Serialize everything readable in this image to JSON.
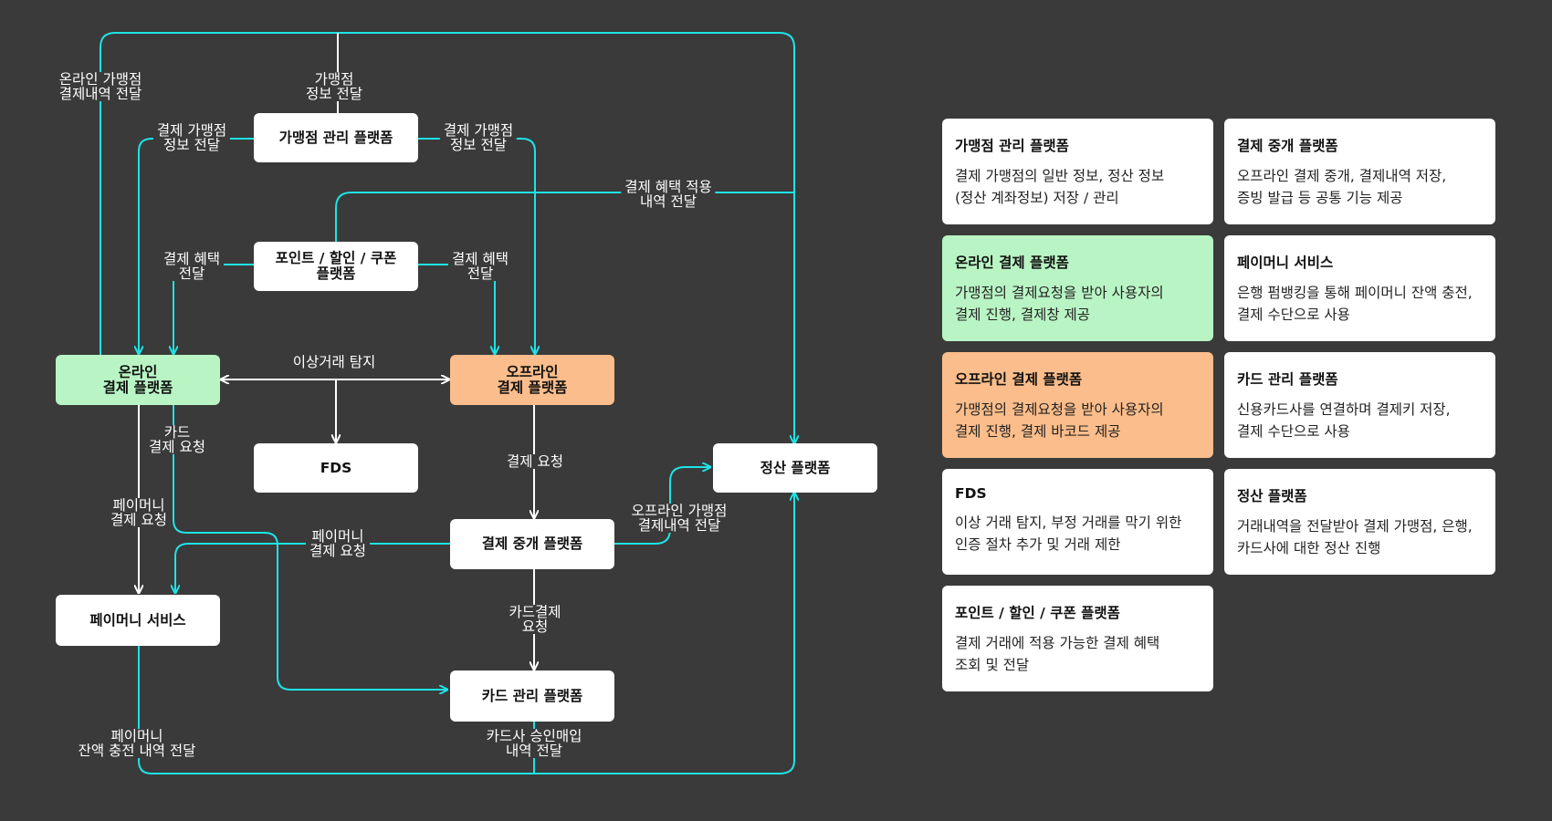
{
  "colors": {
    "background": "#3a3a3a",
    "edge": "#1ee3e6",
    "internal_edge": "#ffffff",
    "node": "#ffffff",
    "online": "#b9f5c4",
    "offline": "#fbbd8b"
  },
  "nodes": {
    "merchant": "가맹점 관리 플랫폼",
    "points": "포인트 / 할인 / 쿠폰\n플랫폼",
    "online": "온라인\n결제 플랫폼",
    "offline": "오프라인\n결제 플랫폼",
    "fds": "FDS",
    "settlement": "정산 플랫폼",
    "relay": "결제 중개 플랫폼",
    "paymoney": "페이머니 서비스",
    "card": "카드 관리 플랫폼"
  },
  "edge_labels": {
    "merchant_info": "가맹점\n정보 전달",
    "online_history": "온라인 가맹점\n결제내역 전달",
    "merchant_to_online": "결제 가맹점\n정보 전달",
    "merchant_to_offline": "결제 가맹점\n정보 전달",
    "benefit_history": "결제 혜택 적용\n내역 전달",
    "benefit_to_online": "결제 혜택\n전달",
    "benefit_to_offline": "결제 혜택\n전달",
    "fraud": "이상거래 탐지",
    "card_request": "카드\n결제 요청",
    "pay_request": "결제 요청",
    "offline_history": "오프라인 가맹점\n결제내역 전달",
    "paymoney_request_online": "페이머니\n결제 요청",
    "paymoney_request_relay": "페이머니\n결제 요청",
    "card_pay_request": "카드결제\n요청",
    "paymoney_charge": "페이머니\n잔액 충전 내역 전달",
    "card_purchase": "카드사 승인매입\n내역 전달"
  },
  "legend": [
    {
      "title": "가맹점 관리 플랫폼",
      "desc": "결제 가맹점의 일반 정보, 정산 정보\n(정산 계좌정보) 저장 / 관리",
      "style": "white"
    },
    {
      "title": "결제 중개 플랫폼",
      "desc": "오프라인 결제 중개, 결제내역 저장,\n증빙 발급 등 공통 기능 제공",
      "style": "white"
    },
    {
      "title": "온라인 결제 플랫폼",
      "desc": "가맹점의 결제요청을 받아 사용자의\n결제 진행, 결제창 제공",
      "style": "green"
    },
    {
      "title": "페이머니 서비스",
      "desc": "은행 펌뱅킹을 통해 페이머니 잔액 충전,\n결제 수단으로 사용",
      "style": "white"
    },
    {
      "title": "오프라인 결제 플랫폼",
      "desc": "가맹점의 결제요청을 받아 사용자의\n결제 진행, 결제 바코드 제공",
      "style": "orange"
    },
    {
      "title": "카드 관리 플랫폼",
      "desc": "신용카드사를 연결하며 결제키 저장,\n결제 수단으로 사용",
      "style": "white"
    },
    {
      "title": "FDS",
      "desc": "이상 거래 탐지, 부정 거래를 막기 위한\n인증 절차 추가 및 거래 제한",
      "style": "white"
    },
    {
      "title": "정산 플랫폼",
      "desc": "거래내역을 전달받아 결제 가맹점, 은행,\n카드사에 대한 정산 진행",
      "style": "white"
    },
    {
      "title": "포인트 / 할인 / 쿠폰 플랫폼",
      "desc": "결제 거래에 적용 가능한 결제 혜택\n조회 및 전달",
      "style": "white"
    }
  ]
}
